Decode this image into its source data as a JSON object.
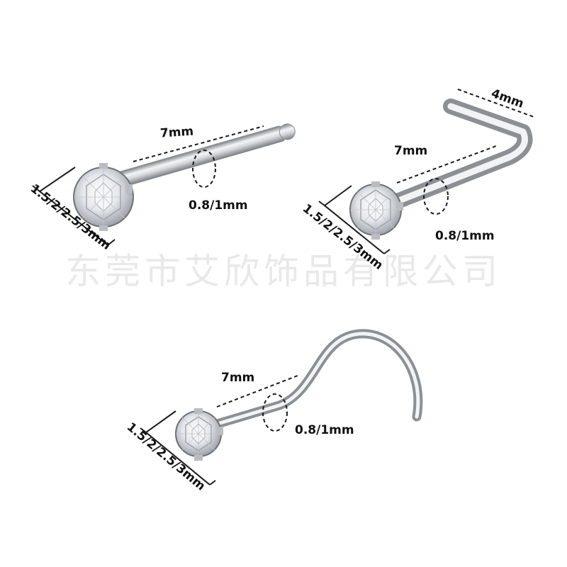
{
  "watermark": "东莞市艾欣饰品有限公司",
  "products": [
    {
      "style": "straight",
      "length_label": "7mm",
      "gauge_label": "0.8/1mm",
      "gem_size_label": "1.5/2/2.5/3mm"
    },
    {
      "style": "l-shape",
      "length_label": "7mm",
      "bend_label": "4mm",
      "gauge_label": "0.8/1mm",
      "gem_size_label": "1.5/2/2.5/3mm"
    },
    {
      "style": "screw",
      "length_label": "7mm",
      "gauge_label": "0.8/1mm",
      "gem_size_label": "1.5/2/2.5/3mm"
    }
  ],
  "colors": {
    "metal_dark": "#8c8f94",
    "metal_light": "#f4f5f7",
    "gem_facet": "#cfd3d8",
    "ink": "#111111"
  }
}
